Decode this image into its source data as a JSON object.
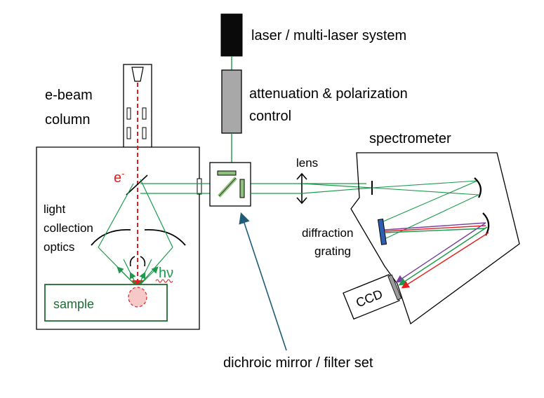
{
  "labels": {
    "laser": "laser / multi-laser system",
    "attenuation_1": "attenuation & polarization",
    "attenuation_2": "control",
    "ebeam_1": "e-beam",
    "ebeam_2": "column",
    "spectrometer": "spectrometer",
    "lens": "lens",
    "electron": "e",
    "electron_sup": "-",
    "light_1": "light",
    "light_2": "collection",
    "light_3": "optics",
    "hv": "hν",
    "sample": "sample",
    "diffraction_1": "diffraction",
    "diffraction_2": "grating",
    "ccd": "CCD",
    "dichroic": "dichroic mirror / filter set"
  },
  "colors": {
    "beam_green": "#1a9a4a",
    "electron_red": "#e02020",
    "label_red": "#e02020",
    "sample_green": "#1f6b33",
    "laser_black": "#0a0a0a",
    "attenuator_gray": "#a8a8a8",
    "grating_blue": "#2f5fb0",
    "arrow_blue": "#1f5c7a",
    "purple": "#7b3fa0",
    "red": "#e02020",
    "green": "#1a9a4a",
    "filter_green": "#8ec07c"
  }
}
